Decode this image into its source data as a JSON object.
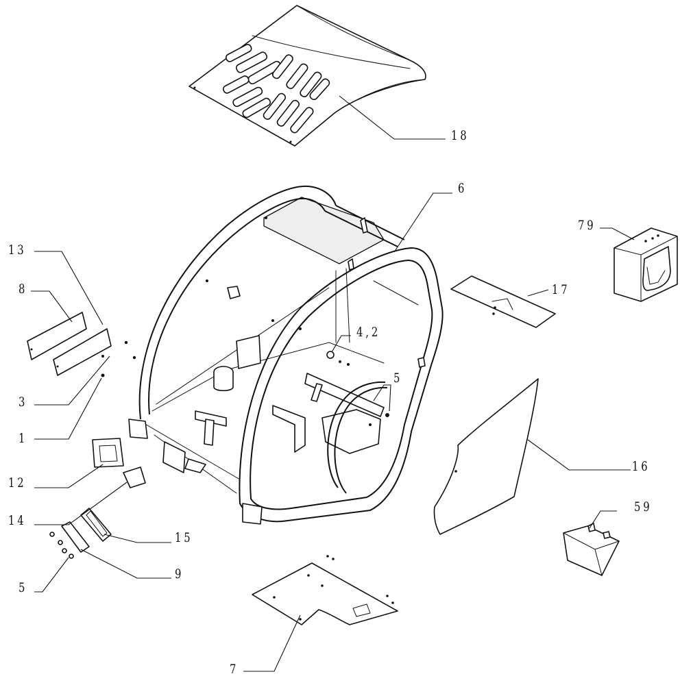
{
  "labels": {
    "p18": "18",
    "p6": "6",
    "p79": "79",
    "p13": "13",
    "p8": "8",
    "p17": "17",
    "p42": "4,2",
    "p5a": "5",
    "p3": "3",
    "p1": "1",
    "p16": "16",
    "p12": "12",
    "p59": "59",
    "p14": "14",
    "p15": "15",
    "p9": "9",
    "p5b": "5",
    "p7": "7"
  }
}
